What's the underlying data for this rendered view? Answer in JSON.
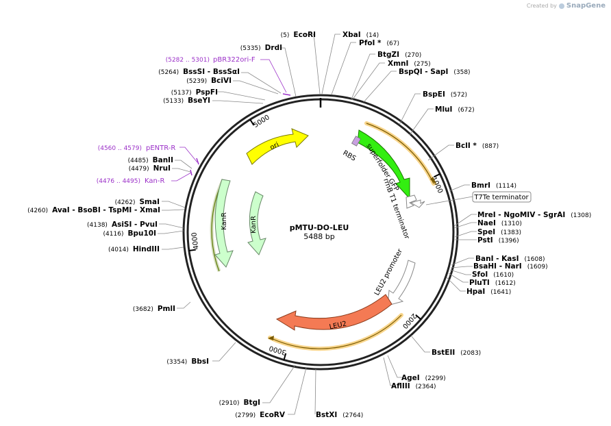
{
  "branding": {
    "created_by": "Created by",
    "app": "SnapGene"
  },
  "plasmid": {
    "name": "pMTU-DO-LEU",
    "length": "5488 bp"
  },
  "ticks": [
    {
      "label": "1000",
      "angle": 64
    },
    {
      "label": "2000",
      "angle": 131
    },
    {
      "label": "3000",
      "angle": 196
    },
    {
      "label": "4000",
      "angle": 262
    },
    {
      "label": "5000",
      "angle": 328
    }
  ],
  "features": [
    {
      "id": "ori",
      "label": "ori",
      "color": "#ffff00",
      "r": 1
    },
    {
      "id": "sfgfp",
      "label": "superfolder GFP",
      "color": "#33ee11",
      "r": 1
    },
    {
      "id": "leu2",
      "label": "LEU2",
      "color": "#f47a54",
      "r": 1
    },
    {
      "id": "kanr1",
      "label": "KanR",
      "color": "#ccffcc",
      "r": 1
    },
    {
      "id": "kanr2",
      "label": "KanR",
      "color": "#ccffcc",
      "r": 1
    },
    {
      "id": "leu2p",
      "label": "LEU2 promoter",
      "color": "#ffffff",
      "r": 1
    },
    {
      "id": "rrnb",
      "label": "rrnB T1 terminator",
      "color": "#ffffff",
      "r": 1
    },
    {
      "id": "rbs",
      "label": "RBS",
      "color": "#ffffff",
      "r": 1
    },
    {
      "id": "t7te",
      "label": "T7Te terminator",
      "color": "#ffffff",
      "r": 1
    }
  ],
  "primers": [
    {
      "label": "pBR322ori-F",
      "pos": "(5282 .. 5301)"
    },
    {
      "label": "pENTR-R",
      "pos": "(4560 .. 4579)"
    },
    {
      "label": "Kan-R",
      "pos": "(4476 .. 4495)"
    }
  ],
  "sites": [
    {
      "id": "s1",
      "text": "EcoRI",
      "pos": "(5)"
    },
    {
      "id": "s2",
      "text": "DrdI",
      "pos": "(5335)"
    },
    {
      "id": "s3",
      "text": "BssSI",
      "sep": " - ",
      "text2": "BssSαI",
      "pos": "(5264)"
    },
    {
      "id": "s4",
      "text": "BciVI",
      "pos": "(5239)"
    },
    {
      "id": "s5",
      "text": "PspFI",
      "pos": "(5137)"
    },
    {
      "id": "s6",
      "text": "BseYI",
      "pos": "(5133)"
    },
    {
      "id": "s7",
      "text": "BanII",
      "pos": "(4485)"
    },
    {
      "id": "s8",
      "text": "NruI",
      "pos": "(4479)"
    },
    {
      "id": "s9",
      "text": "SmaI",
      "pos": "(4262)"
    },
    {
      "id": "s10",
      "text": "AvaI",
      "sep": " - ",
      "text2": "BsoBI",
      "sep2": " - ",
      "text3": "TspMI",
      "sep3": " - ",
      "text4": "XmaI",
      "pos": "(4260)"
    },
    {
      "id": "s11",
      "text": "AsiSI",
      "sep": " - ",
      "text2": "PvuI",
      "pos": "(4138)"
    },
    {
      "id": "s12",
      "text": "Bpu10I",
      "pos": "(4116)"
    },
    {
      "id": "s13",
      "text": "HindIII",
      "pos": "(4014)"
    },
    {
      "id": "s14",
      "text": "PmlI",
      "pos": "(3682)"
    },
    {
      "id": "s15",
      "text": "BbsI",
      "pos": "(3354)"
    },
    {
      "id": "s16",
      "text": "BtgI",
      "pos": "(2910)"
    },
    {
      "id": "s17",
      "text": "EcoRV",
      "pos": "(2799)"
    },
    {
      "id": "s18",
      "text": "BstXI",
      "pos": "(2764)"
    },
    {
      "id": "s19",
      "text": "AflIII",
      "pos": "(2364)"
    },
    {
      "id": "s20",
      "text": "AgeI",
      "pos": "(2299)"
    },
    {
      "id": "s21",
      "text": "BstEII",
      "pos": "(2083)"
    },
    {
      "id": "s22",
      "text": "HpaI",
      "pos": "(1641)"
    },
    {
      "id": "s23",
      "text": "PluTI",
      "pos": "(1612)"
    },
    {
      "id": "s24",
      "text": "SfoI",
      "pos": "(1610)"
    },
    {
      "id": "s25",
      "text": "BsaHI",
      "sep": " - ",
      "text2": "NarI",
      "pos": "(1609)"
    },
    {
      "id": "s26",
      "text": "BanI",
      "sep": " - ",
      "text2": "KasI",
      "pos": "(1608)"
    },
    {
      "id": "s27",
      "text": "PstI",
      "pos": "(1396)"
    },
    {
      "id": "s28",
      "text": "SpeI",
      "pos": "(1383)"
    },
    {
      "id": "s29",
      "text": "NaeI",
      "pos": "(1310)"
    },
    {
      "id": "s30",
      "text": "MreI",
      "sep": " - ",
      "text2": "NgoMIV",
      "sep2": " - ",
      "text3": "SgrAI",
      "pos": "(1308)"
    },
    {
      "id": "s31",
      "text": "BmrI",
      "pos": "(1114)"
    },
    {
      "id": "s32",
      "text": "BclI *",
      "pos": "(887)"
    },
    {
      "id": "s33",
      "text": "MluI",
      "pos": "(672)"
    },
    {
      "id": "s34",
      "text": "BspEI",
      "pos": "(572)"
    },
    {
      "id": "s35",
      "text": "BspQI",
      "sep": " - ",
      "text2": "SapI",
      "pos": "(358)"
    },
    {
      "id": "s36",
      "text": "XmnI",
      "pos": "(275)"
    },
    {
      "id": "s37",
      "text": "BtgZI",
      "pos": "(270)"
    },
    {
      "id": "s38",
      "text": "PfoI *",
      "pos": "(67)"
    },
    {
      "id": "s39",
      "text": "XbaI",
      "pos": "(14)"
    }
  ]
}
